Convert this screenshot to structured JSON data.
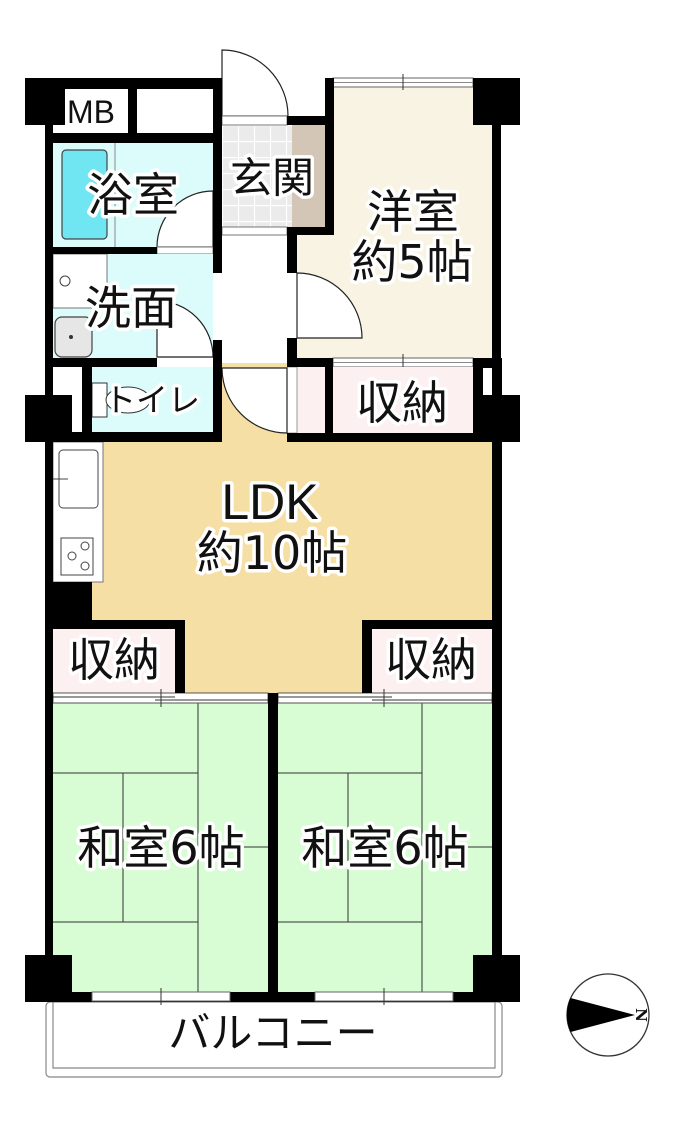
{
  "floor_plan": {
    "rooms": {
      "meter_box": {
        "label": "MB"
      },
      "bathroom": {
        "label": "浴室"
      },
      "entrance": {
        "label": "玄関"
      },
      "western_room": {
        "label": "洋室",
        "size": "約5帖"
      },
      "washroom": {
        "label": "洗面"
      },
      "toilet": {
        "label": "トイレ"
      },
      "storage_upper": {
        "label": "収納"
      },
      "ldk": {
        "label": "LDK",
        "size": "約10帖"
      },
      "storage_lower_left": {
        "label": "収納"
      },
      "storage_lower_right": {
        "label": "収納"
      },
      "japanese_room_left": {
        "label": "和室6帖"
      },
      "japanese_room_right": {
        "label": "和室6帖"
      },
      "balcony": {
        "label": "バルコニー"
      }
    },
    "colors": {
      "wall": "#000000",
      "wet_area": "#dcfcfc",
      "bathtub": "#6fe6f2",
      "entrance_tile": "#ebebeb",
      "entrance_step": "#d4c6b6",
      "western_room": "#f8f3e3",
      "storage": "#fdf0f0",
      "ldk": "#f6dfa5",
      "japanese_room": "#d8fcd4"
    }
  },
  "compass": {
    "north_label": "N"
  }
}
